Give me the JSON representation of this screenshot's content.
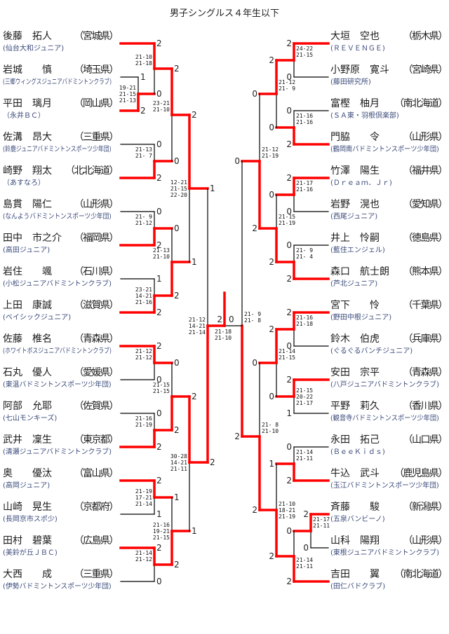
{
  "title": "男子シングルス４年生以下",
  "colors": {
    "winner_line": "#ff0000",
    "line": "#000000"
  },
  "left_players": [
    {
      "name": "後藤　拓人",
      "pref": "（宮城県）",
      "club": "(仙台大和ジュニア)"
    },
    {
      "name": "岩城　　慎",
      "pref": "（埼玉県）",
      "club": "(三郷ウィングスジュニアバドミントンクラブ)"
    },
    {
      "name": "平田　璃月",
      "pref": "（岡山県）",
      "club": "（永井ＢＣ）"
    },
    {
      "name": "佐溝　昂大",
      "pref": "（三重県）",
      "club": "(鈴鹿ジュニアバドミントンスポーツ少年団)"
    },
    {
      "name": "崎野　翔太",
      "pref": "（北北海道）",
      "club": "（あすなろ）"
    },
    {
      "name": "島貫　陽仁",
      "pref": "（山形県）",
      "club": "(なんようバドミントンスポーツ少年団)"
    },
    {
      "name": "田中　市之介",
      "pref": "（福岡県）",
      "club": "(高田ジュニア)"
    },
    {
      "name": "岩住　　颯",
      "pref": "（石川県）",
      "club": "(小松ジュニアバドミントンクラブ)"
    },
    {
      "name": "上田　康誠",
      "pref": "（滋賀県）",
      "club": "(ベイシックジュニア)"
    },
    {
      "name": "佐藤　椎名",
      "pref": "（青森県）",
      "club": "(ホワイトボスジュニアバドミントンクラブ)"
    },
    {
      "name": "石丸　優人",
      "pref": "（愛媛県）",
      "club": "(東温バドミントンスポーツ少年団)"
    },
    {
      "name": "阿部　允耶",
      "pref": "（佐賀県）",
      "club": "(七山モンキーズ)"
    },
    {
      "name": "武井　凜生",
      "pref": "（東京都）",
      "club": "(清瀬ジュニアバドミントンクラブ)"
    },
    {
      "name": "奥　　優汰",
      "pref": "（富山県）",
      "club": "(高岡ジュニア)"
    },
    {
      "name": "山崎　晃生",
      "pref": "（京都府）",
      "club": "(長岡京市スポ少)"
    },
    {
      "name": "田村　碧葉",
      "pref": "（広島県）",
      "club": "(美鈴が丘ＪＢＣ)"
    },
    {
      "name": "大西　　成",
      "pref": "（三重県）",
      "club": "(伊勢バドミントンスポーツ少年団)"
    }
  ],
  "right_players": [
    {
      "name": "大垣　空也",
      "pref": "（栃木県）",
      "club": "(ＲＥＶＥＮＧＥ)"
    },
    {
      "name": "小野原　寛斗",
      "pref": "（宮崎県）",
      "club": "(藤田研究所)"
    },
    {
      "name": "富樫　柚月",
      "pref": "（南北海道）",
      "club": "(ＳＡ東・羽根倶楽部)"
    },
    {
      "name": "門脇　　令",
      "pref": "（山形県）",
      "club": "(鶴岡南バドミントンスポーツ少年団)"
    },
    {
      "name": "竹澤　陽生",
      "pref": "（福井県）",
      "club": "(Ｄｒｅａｍ．Ｊｒ)"
    },
    {
      "name": "岩野　滉也",
      "pref": "（愛知県）",
      "club": "(西尾ジュニア)"
    },
    {
      "name": "井上　怜嗣",
      "pref": "（徳島県）",
      "club": "(藍住エンジェル)"
    },
    {
      "name": "森口　航士朗",
      "pref": "（熊本県）",
      "club": "(芦北ジュニア)"
    },
    {
      "name": "宮下　　怜",
      "pref": "（千葉県）",
      "club": "(野田中根ジュニア)"
    },
    {
      "name": "鈴木　伯虎",
      "pref": "（兵庫県）",
      "club": "(ぐるぐるバンチジュニア)"
    },
    {
      "name": "安田　宗平",
      "pref": "（青森県）",
      "club": "(八戸ジュニアバドミントンクラブ)"
    },
    {
      "name": "平野　莉久",
      "pref": "（香川県）",
      "club": "(観音寺バドミントンスポーツ少年団)"
    },
    {
      "name": "永田　拓己",
      "pref": "（山口県）",
      "club": "(ＢｅｅＫｉｄｓ)"
    },
    {
      "name": "牛込　武斗",
      "pref": "（鹿児島県）",
      "club": "(玉江バドミントンスポーツ少年団)"
    },
    {
      "name": "斉藤　　駿",
      "pref": "（新潟県）",
      "club": "(五泉バンビーノ)"
    },
    {
      "name": "山科　陽翔",
      "pref": "（山形県）",
      "club": "(東根ジュニアバドミントンクラブ)"
    },
    {
      "name": "吉田　　翼",
      "pref": "（南北海道）",
      "club": "(田仁バドクラブ)"
    }
  ],
  "matches": {
    "L_a": {
      "top": "1",
      "bottom": "2",
      "games": "19-21\n21-15\n21-13",
      "winner": "bottom"
    },
    "L_b": {
      "top": "2",
      "bottom": "0",
      "games": "21-10\n21-18",
      "winner": "top"
    },
    "L_c": {
      "top": "0",
      "bottom": "2",
      "games": "21-13\n21- 7",
      "winner": "bottom"
    },
    "L_d": {
      "top": "2",
      "bottom": "0",
      "games": "23-21\n21-10",
      "winner": "top"
    },
    "L_e": {
      "top": "0",
      "bottom": "2",
      "games": "21- 9\n21-12",
      "winner": "bottom"
    },
    "L_f": {
      "top": "1",
      "bottom": "2",
      "games": "23-21\n14-21\n21-16",
      "winner": "bottom"
    },
    "L_g": {
      "top": "0",
      "bottom": "2",
      "games": "21-13\n21-10",
      "winner": "bottom"
    },
    "L_h": {
      "top": "2",
      "bottom": "1",
      "games": "12-21\n21-15\n22-20",
      "winner": "top"
    },
    "L_i": {
      "top": "2",
      "bottom": "0",
      "games": "21-12\n21-12",
      "winner": "top"
    },
    "L_j": {
      "top": "0",
      "bottom": "2",
      "games": "21-16\n21-19",
      "winner": "bottom"
    },
    "L_k": {
      "top": "0",
      "bottom": "2",
      "games": "21-15\n21-15",
      "winner": "bottom"
    },
    "L_l": {
      "top": "2",
      "bottom": "1",
      "games": "21-19\n17-21\n21-14",
      "winner": "top"
    },
    "L_m": {
      "top": "2",
      "bottom": "0",
      "games": "21-14\n21-12",
      "winner": "top"
    },
    "L_n": {
      "top": "1",
      "bottom": "2",
      "games": "21-16\n19-21\n21-15",
      "winner": "bottom"
    },
    "L_o": {
      "top": "2",
      "bottom": "1",
      "games": "30-28\n14-21\n21-11",
      "winner": "top"
    },
    "L_p": {
      "top": "1",
      "bottom": "2",
      "games": "21-12\n14-21\n21-14",
      "winner": "bottom"
    },
    "R_a": {
      "top": "2",
      "bottom": "0",
      "games": "24-22\n21-15",
      "winner": "top"
    },
    "R_b": {
      "top": "0",
      "bottom": "2",
      "games": "21-16\n21-16",
      "winner": "bottom"
    },
    "R_c": {
      "top": "2",
      "bottom": "0",
      "games": "21-12\n21- 9",
      "winner": "top"
    },
    "R_d": {
      "top": "2",
      "bottom": "0",
      "games": "21-17\n21-16",
      "winner": "top"
    },
    "R_e": {
      "top": "0",
      "bottom": "2",
      "games": "21- 9\n21- 4",
      "winner": "bottom"
    },
    "R_f": {
      "top": "0",
      "bottom": "2",
      "games": "21-15\n21-19",
      "winner": "bottom"
    },
    "R_g": {
      "top": "0",
      "bottom": "2",
      "games": "21-12\n21-19",
      "winner": "bottom"
    },
    "R_h": {
      "top": "2",
      "bottom": "0",
      "games": "21-16\n21-18",
      "winner": "top"
    },
    "R_i": {
      "top": "2",
      "bottom": "1",
      "games": "21-15\n20-22\n21-17",
      "winner": "top"
    },
    "R_j": {
      "top": "2",
      "bottom": "0",
      "games": "21-14\n21-15",
      "winner": "top"
    },
    "R_k": {
      "top": "0",
      "bottom": "2",
      "games": "21-14\n21-11",
      "winner": "bottom"
    },
    "R_l": {
      "top": "2",
      "bottom": "0",
      "games": "21-17\n21-11",
      "winner": "top"
    },
    "R_m": {
      "top": "0",
      "bottom": "2",
      "games": "21-14\n21-11",
      "winner": "bottom"
    },
    "R_n": {
      "top": "1",
      "bottom": "2",
      "games": "21-10\n18-21\n21-19",
      "winner": "bottom"
    },
    "R_o": {
      "top": "0",
      "bottom": "2",
      "games": "21- 8\n21-10",
      "winner": "bottom"
    },
    "R_p": {
      "top": "0",
      "bottom": "2",
      "games": "21- 9\n21- 8",
      "winner": "bottom"
    }
  },
  "final": {
    "left": "2",
    "right": "0",
    "games": "21-18\n21-10",
    "winner": "left"
  }
}
